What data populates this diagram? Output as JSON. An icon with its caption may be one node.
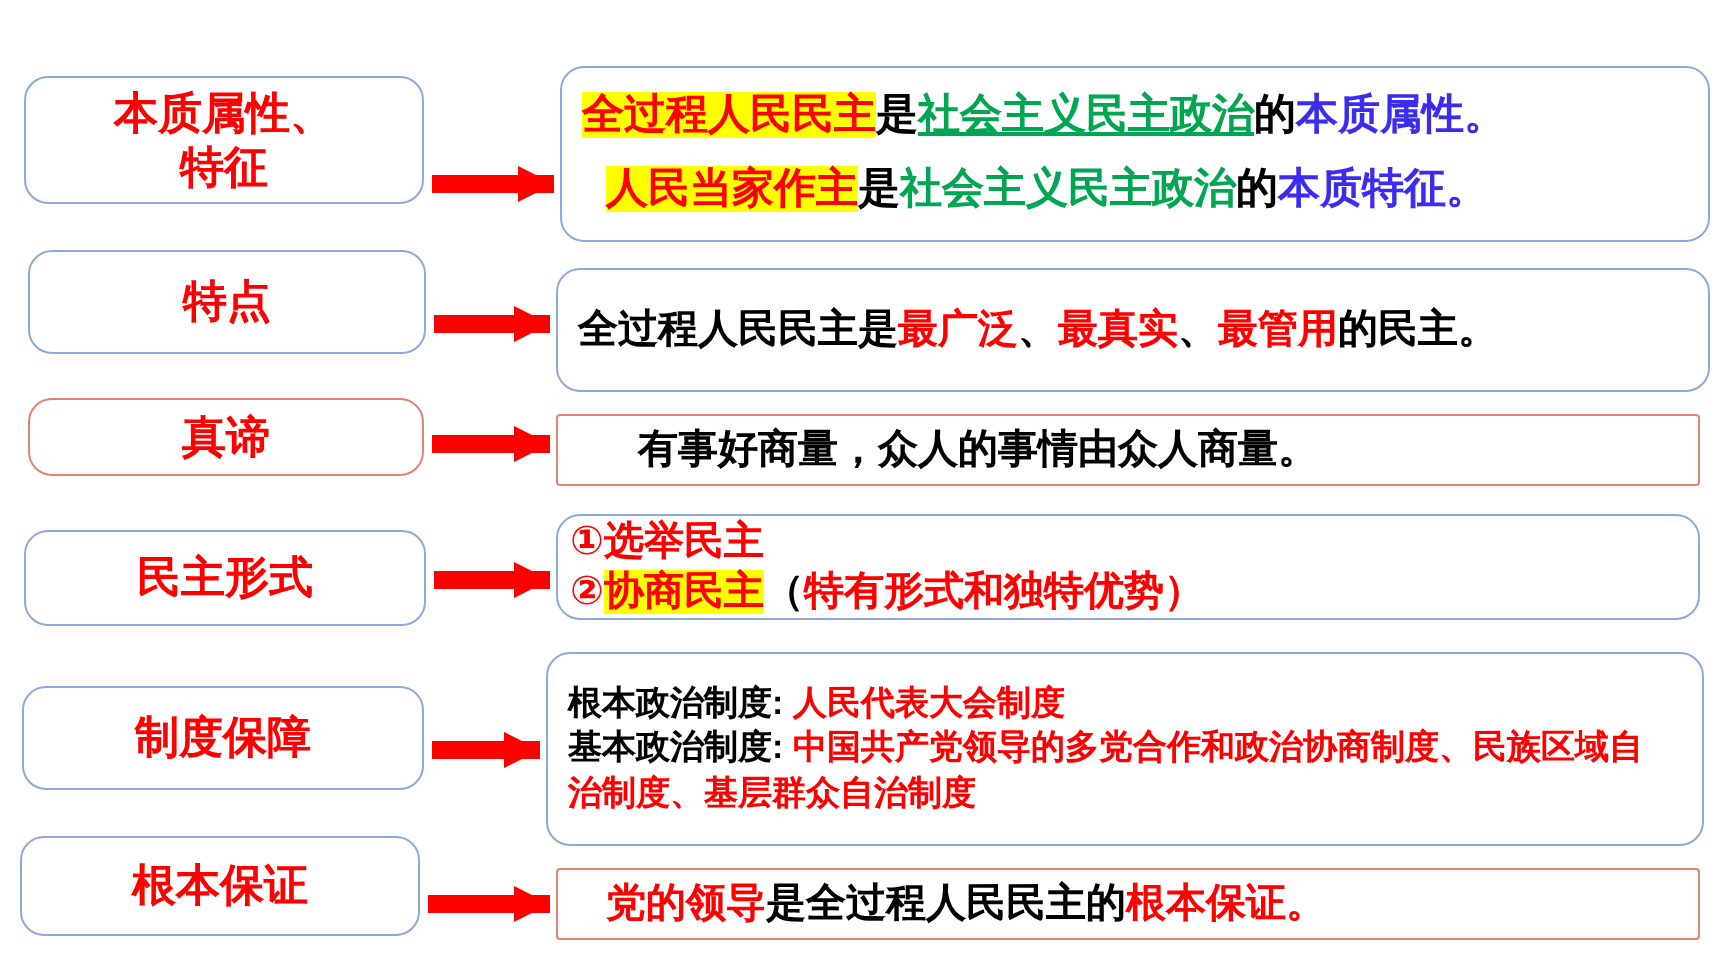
{
  "diagram": {
    "nodes": [
      {
        "text": [
          "本质属性、特征"
        ]
      },
      {
        "text": [
          "全过程人民民主是社会主义民主政治的本质属性。",
          "人民当家作主是社会主义民主政治的本质特征。"
        ]
      },
      {
        "text": [
          "特点"
        ]
      },
      {
        "text": [
          "全过程人民民主是最广泛、最真实、最管用的民主。"
        ]
      },
      {
        "text": [
          "真谛"
        ]
      },
      {
        "text": [
          "有事好商量，众人的事情由众人商量。"
        ]
      },
      {
        "text": [
          "民主形式"
        ]
      },
      {
        "text": [
          "①选举民主",
          "②协商民主（特有形式和独特优势）"
        ]
      },
      {
        "text": [
          "制度保障"
        ]
      },
      {
        "text": [
          "根本政治制度: 人民代表大会制度",
          "基本政治制度: 中国共产党领导的多党合作和政治协商制度、民族区域自治制度、基层群众自治制度"
        ]
      },
      {
        "text": [
          "根本保证"
        ]
      },
      {
        "text": [
          "党的领导是全过程人民民主的根本保证。"
        ]
      }
    ],
    "edges": [
      {
        "from": 0,
        "to": 1,
        "arrow": "to"
      },
      {
        "from": 2,
        "to": 3,
        "arrow": "to"
      },
      {
        "from": 4,
        "to": 5,
        "arrow": "to"
      },
      {
        "from": 6,
        "to": 7,
        "arrow": "to"
      },
      {
        "from": 8,
        "to": 9,
        "arrow": "to"
      },
      {
        "from": 10,
        "to": 11,
        "arrow": "to"
      }
    ]
  }
}
